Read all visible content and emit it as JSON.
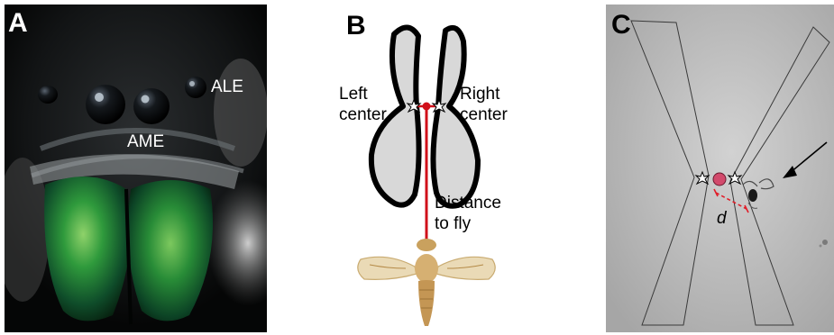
{
  "panel_a": {
    "letter": "A",
    "labels": {
      "ale": "ALE",
      "ame": "AME"
    }
  },
  "panel_b": {
    "letter": "B",
    "labels": {
      "left_center": [
        "Left",
        "center"
      ],
      "right_center": [
        "Right",
        "center"
      ],
      "distance": [
        "Distance",
        "to fly"
      ]
    }
  },
  "panel_c": {
    "letter": "C",
    "labels": {
      "distance_symbol": "d"
    }
  },
  "colors": {
    "red_line": "#d0101a",
    "marker_pink": "#d24a6c",
    "cheliceral_green": "#2f9a3c"
  }
}
